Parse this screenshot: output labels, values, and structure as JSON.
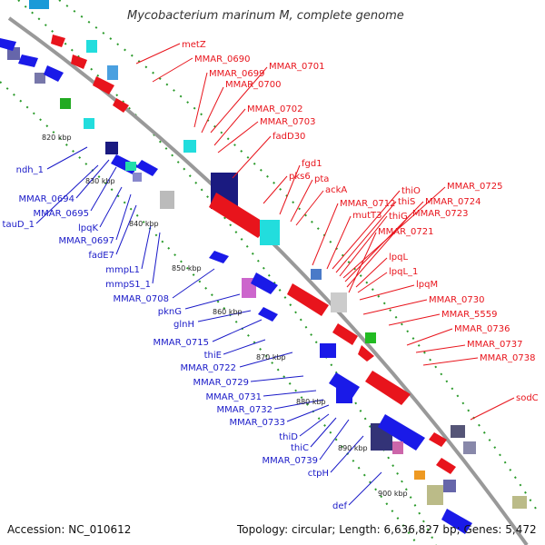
{
  "title": "Mycobacterium marinum M, complete genome",
  "footer": {
    "accession": "Accession: NC_010612",
    "topology": "Topology: circular; Length: 6,636,827 bp; Genes: 5,472"
  },
  "colors": {
    "forward_label": "#e8141c",
    "reverse_label": "#1a1ac8",
    "backbone": "#999999",
    "dots": "#2a9a2a"
  },
  "kbp_marks": [
    "820 kbp",
    "830 kbp",
    "840 kbp",
    "850 kbp",
    "860 kbp",
    "870 kbp",
    "880 kbp",
    "890 kbp",
    "900 kbp"
  ],
  "forward_labels": [
    "metZ",
    "MMAR_0690",
    "MMAR_0699",
    "MMAR_0701",
    "MMAR_0700",
    "MMAR_0702",
    "MMAR_0703",
    "fadD30",
    "pks6",
    "fgd1",
    "pta",
    "ackA",
    "MMAR_0712",
    "mutT3",
    "thiO",
    "thiS",
    "thiG",
    "MMAR_0725",
    "MMAR_0724",
    "MMAR_0723",
    "MMAR_0721",
    "lpqL",
    "lpqL_1",
    "lpqM",
    "MMAR_0730",
    "MMAR_5559",
    "MMAR_0736",
    "MMAR_0737",
    "MMAR_0738",
    "sodC"
  ],
  "reverse_labels": [
    "ndh_1",
    "MMAR_0694",
    "MMAR_0695",
    "tauD_1",
    "lpqK",
    "MMAR_0697",
    "fadE7",
    "mmpL1",
    "mmpS1_1",
    "MMAR_0708",
    "pknG",
    "glnH",
    "MMAR_0715",
    "thiE",
    "MMAR_0722",
    "MMAR_0729",
    "MMAR_0731",
    "MMAR_0732",
    "MMAR_0733",
    "thiD",
    "thiC",
    "MMAR_0739",
    "ctpH",
    "def"
  ]
}
